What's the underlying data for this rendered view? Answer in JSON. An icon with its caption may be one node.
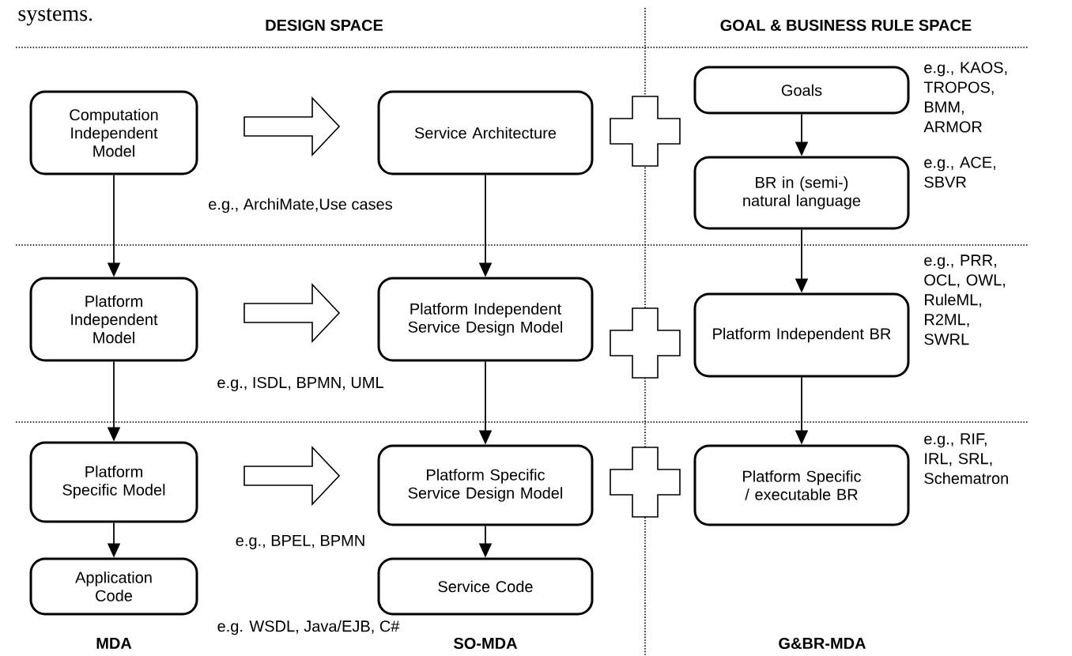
{
  "diagram": {
    "nodes": [
      {
        "text": [
          "Computation Independent Model"
        ]
      },
      {
        "text": [
          "Service Architecture"
        ]
      },
      {
        "text": [
          "Goals"
        ],
        "beside": [
          "e.g., KAOS, TROPOS, BMM, ARMOR"
        ]
      },
      {
        "text": [
          "BR in (semi-) natural language"
        ],
        "beside": [
          "e.g., ACE, SBVR"
        ]
      },
      {
        "text": [
          "Platform Independent Model"
        ]
      },
      {
        "text": [
          "Platform Independent Service Design Model"
        ]
      },
      {
        "text": [
          "Platform Independent BR"
        ],
        "beside": [
          "e.g., PRR, OCL, OWL, RuleML, R2ML, SWRL"
        ]
      },
      {
        "text": [
          "Platform Specific Model"
        ]
      },
      {
        "text": [
          "Platform Specific Service Design Model"
        ]
      },
      {
        "text": [
          "Platform Specific / executable BR"
        ],
        "beside": [
          "e.g., RIF, IRL, SRL, Schematron"
        ]
      },
      {
        "text": [
          "Application Code"
        ]
      },
      {
        "text": [
          "Service Code"
        ]
      }
    ],
    "edges": [
      {
        "from": 0,
        "to": 1,
        "arrow": "to",
        "style": "thick"
      },
      {
        "from": 4,
        "to": 5,
        "arrow": "to",
        "style": "thick"
      },
      {
        "from": 7,
        "to": 8,
        "arrow": "to",
        "style": "thick"
      },
      {
        "from": 0,
        "to": 4,
        "arrow": "to"
      },
      {
        "from": 4,
        "to": 7,
        "arrow": "to"
      },
      {
        "from": 7,
        "to": 10,
        "arrow": "to"
      },
      {
        "from": 1,
        "to": 5,
        "arrow": "to"
      },
      {
        "from": 5,
        "to": 8,
        "arrow": "to"
      },
      {
        "from": 8,
        "to": 11,
        "arrow": "to"
      },
      {
        "from": 2,
        "to": 3,
        "arrow": "to"
      },
      {
        "from": 3,
        "to": 6,
        "arrow": "to"
      },
      {
        "from": 6,
        "to": 9,
        "arrow": "to"
      }
    ],
    "labels": [
      "systems.",
      "DESIGN SPACE",
      "GOAL & BUSINESS RULE SPACE",
      "e.g., ArchiMate,Use cases",
      "e.g., ISDL, BPMN, UML",
      "e.g., BPEL, BPMN",
      "e.g. WSDL, Java/EJB, C#",
      "MDA",
      "SO-MDA",
      "G&BR-MDA"
    ]
  }
}
